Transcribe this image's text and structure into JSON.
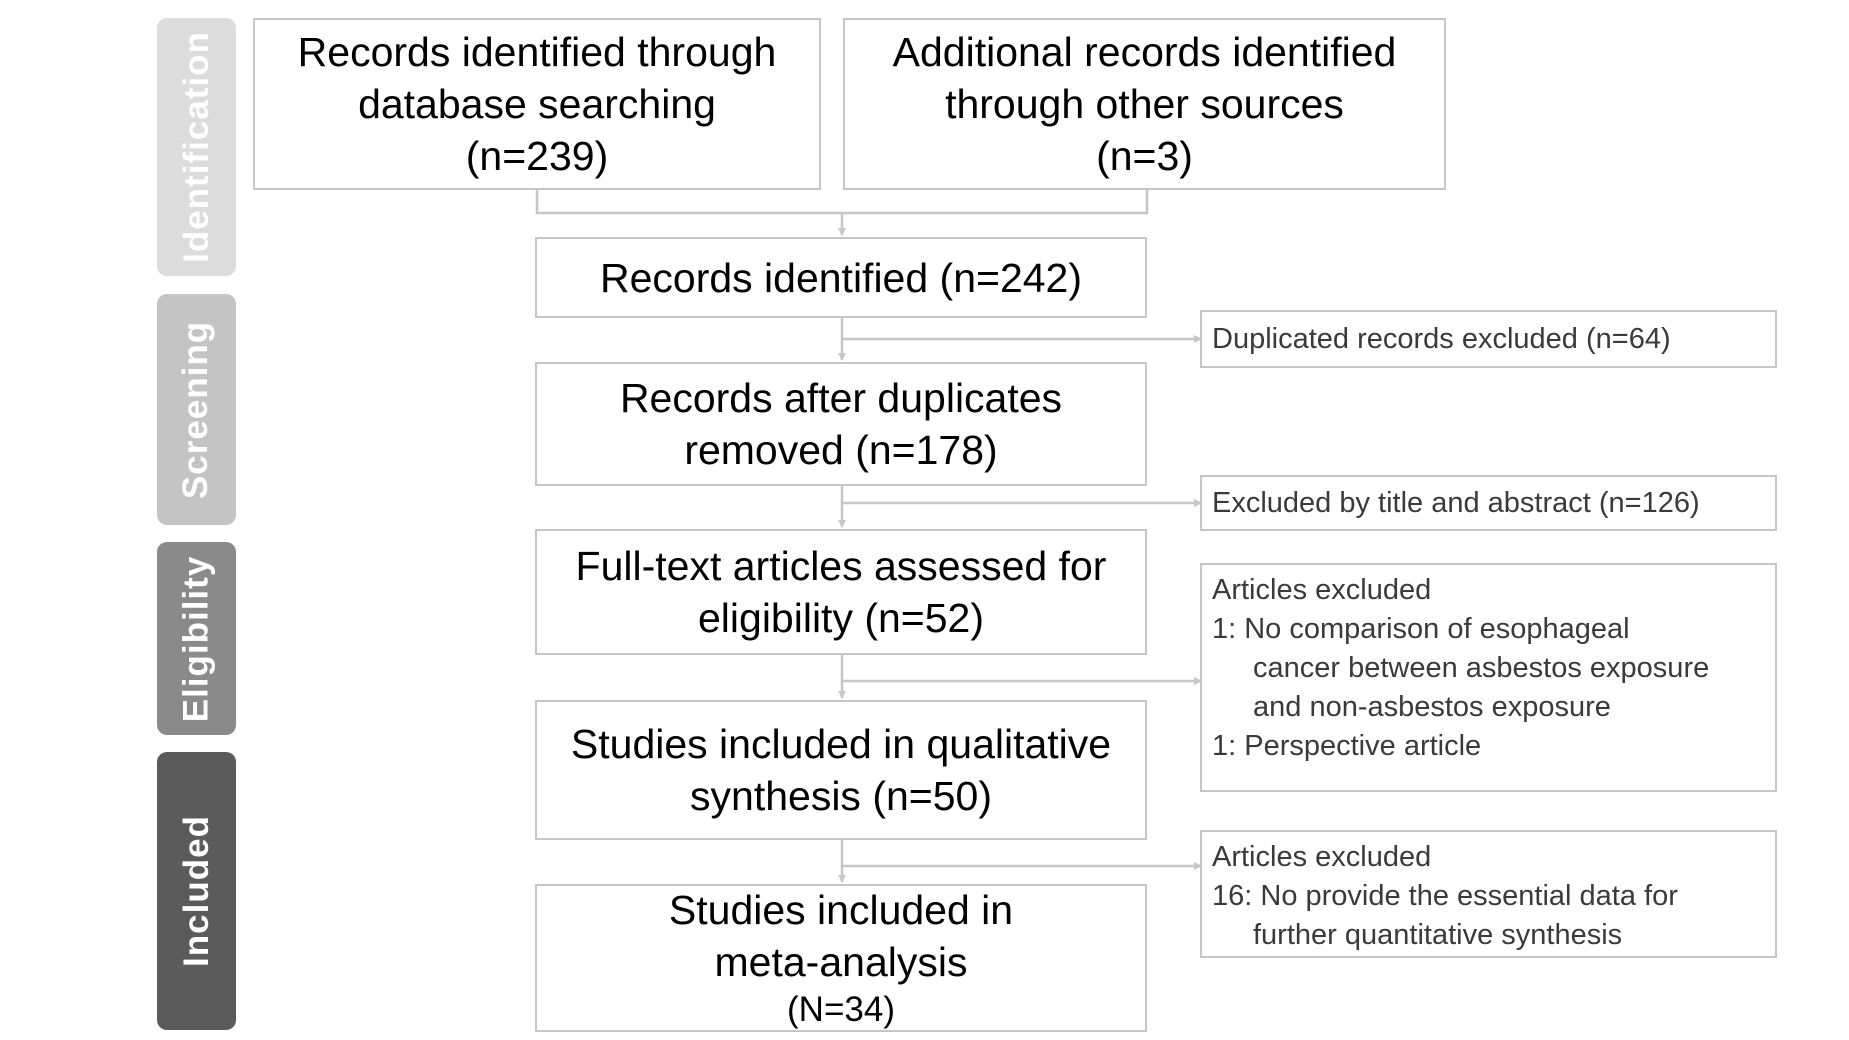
{
  "phases": {
    "identification": "Identification",
    "screening": "Screening",
    "eligibility": "Eligibility",
    "included": "Included"
  },
  "boxes": {
    "database": {
      "line1": "Records identified through",
      "line2": "database searching",
      "line3": "(n=239)"
    },
    "other_sources": {
      "line1": "Additional records identified",
      "line2": "through other sources",
      "line3": "(n=3)"
    },
    "identified": {
      "line1": "Records identified (n=242)"
    },
    "after_duplicates": {
      "line1": "Records after duplicates",
      "line2": "removed (n=178)"
    },
    "full_text": {
      "line1": "Full-text articles assessed for",
      "line2": "eligibility (n=52)"
    },
    "qualitative": {
      "line1": "Studies included in qualitative",
      "line2": "synthesis (n=50)"
    },
    "meta_analysis": {
      "line1": "Studies included in",
      "line2": "meta-analysis",
      "line3": "(N=34)"
    }
  },
  "exclusions": {
    "duplicates": {
      "line1": "Duplicated records excluded (n=64)"
    },
    "title_abstract": {
      "line1": "Excluded by title and abstract (n=126)"
    },
    "full_text": {
      "line1": "Articles excluded",
      "line2": "1: No comparison of esophageal",
      "line3": "cancer between asbestos exposure",
      "line4": "and non-asbestos exposure",
      "line5": "1: Perspective article"
    },
    "meta": {
      "line1": "Articles excluded",
      "line2": "16: No provide the essential data for",
      "line3": "further quantitative synthesis"
    }
  },
  "colors": {
    "box_border": "#c6c6c6",
    "connector": "#c6c6c6",
    "identification": "#dcdcdc",
    "screening": "#c4c4c4",
    "eligibility": "#8a8a8a",
    "included": "#5b5b5b"
  }
}
